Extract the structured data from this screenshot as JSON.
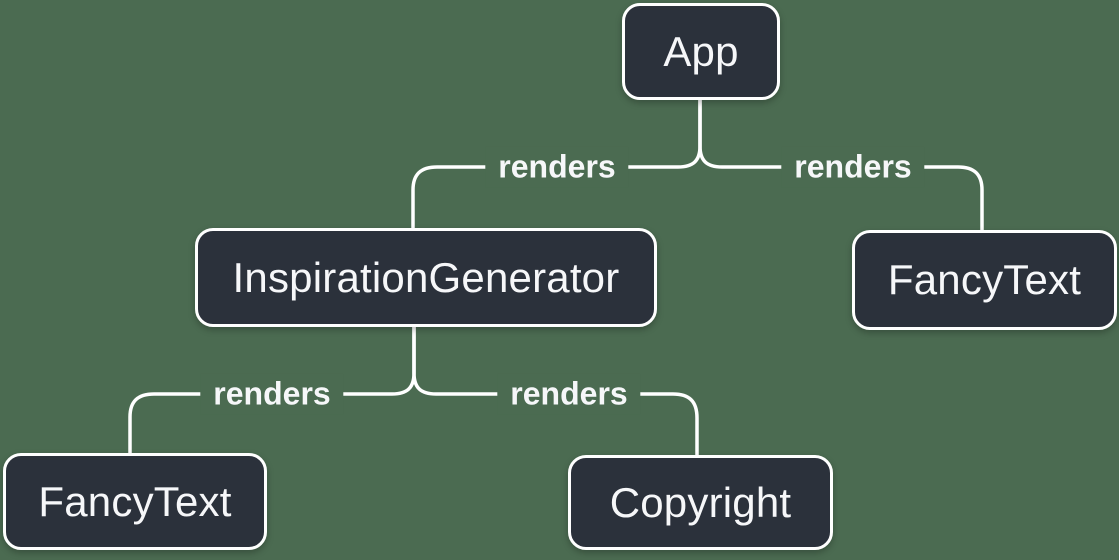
{
  "title": "React render tree diagram",
  "theme": {
    "background": "#4b6b51",
    "node_fill": "#2b313b",
    "node_border": "#ffffff",
    "node_text": "#f6f7f9",
    "edge_line": "#ffffff",
    "edge_label_text": "#f6f7f9"
  },
  "diagram": {
    "nodes": [
      {
        "id": "app",
        "label": "App"
      },
      {
        "id": "inspiration-generator",
        "label": "InspirationGenerator"
      },
      {
        "id": "fancy-text-top",
        "label": "FancyText"
      },
      {
        "id": "fancy-text-bottom",
        "label": "FancyText"
      },
      {
        "id": "copyright",
        "label": "Copyright"
      }
    ],
    "edges": [
      {
        "from": "App",
        "to": "InspirationGenerator",
        "label": "renders"
      },
      {
        "from": "App",
        "to": "FancyText",
        "label": "renders"
      },
      {
        "from": "InspirationGenerator",
        "to": "FancyText",
        "label": "renders"
      },
      {
        "from": "InspirationGenerator",
        "to": "Copyright",
        "label": "renders"
      }
    ]
  }
}
